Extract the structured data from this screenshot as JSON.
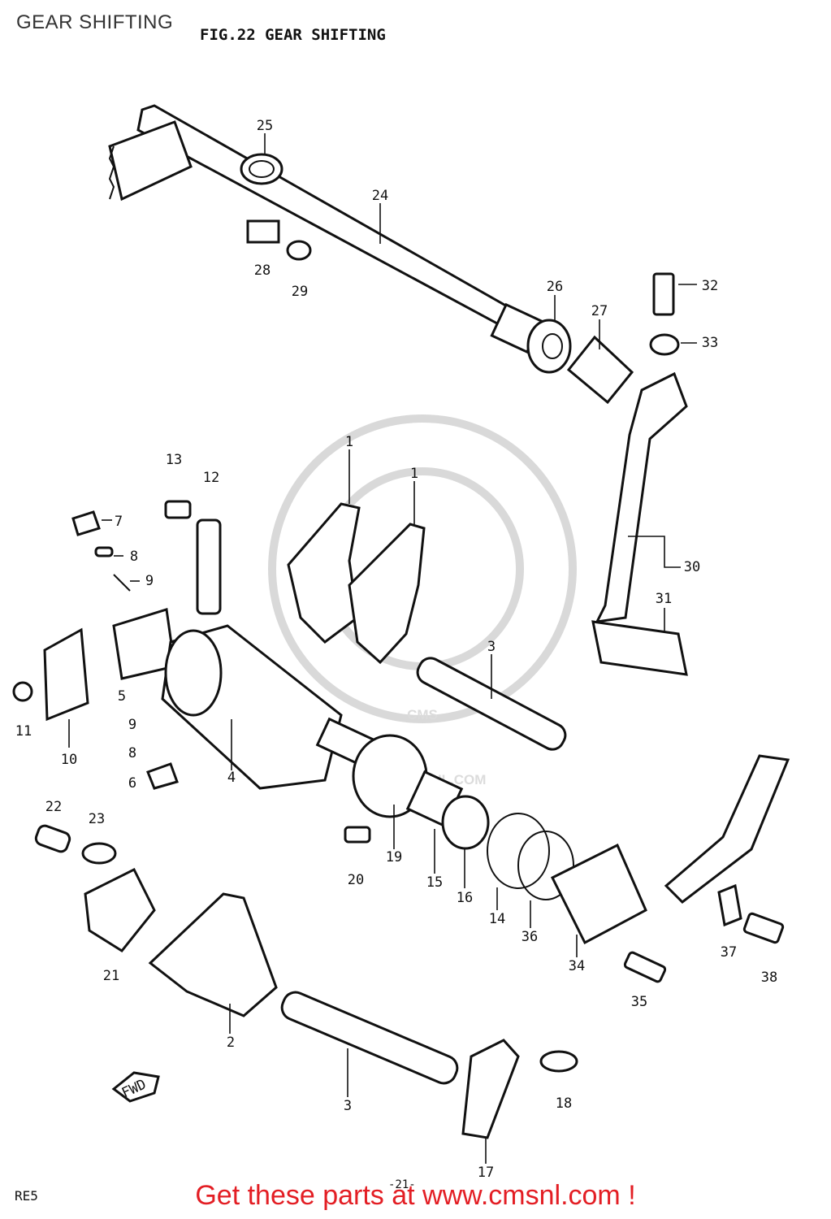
{
  "header": {
    "page_label": "GEAR SHIFTING",
    "figure_title": "FIG.22  GEAR SHIFTING"
  },
  "watermark": {
    "brand": "CMS",
    "url": "WWW.CMSNL.COM"
  },
  "callouts": [
    {
      "id": "c25",
      "label": "25"
    },
    {
      "id": "c24",
      "label": "24"
    },
    {
      "id": "c28",
      "label": "28"
    },
    {
      "id": "c29",
      "label": "29"
    },
    {
      "id": "c26",
      "label": "26"
    },
    {
      "id": "c27",
      "label": "27"
    },
    {
      "id": "c32",
      "label": "32"
    },
    {
      "id": "c33",
      "label": "33"
    },
    {
      "id": "c13",
      "label": "13"
    },
    {
      "id": "c12",
      "label": "12"
    },
    {
      "id": "c7",
      "label": "7"
    },
    {
      "id": "c8a",
      "label": "8"
    },
    {
      "id": "c9a",
      "label": "9"
    },
    {
      "id": "c1a",
      "label": "1"
    },
    {
      "id": "c1b",
      "label": "1"
    },
    {
      "id": "c30",
      "label": "30"
    },
    {
      "id": "c31",
      "label": "31"
    },
    {
      "id": "c5",
      "label": "5"
    },
    {
      "id": "c3a",
      "label": "3"
    },
    {
      "id": "c11",
      "label": "11"
    },
    {
      "id": "c10",
      "label": "10"
    },
    {
      "id": "c9b",
      "label": "9"
    },
    {
      "id": "c8b",
      "label": "8"
    },
    {
      "id": "c6",
      "label": "6"
    },
    {
      "id": "c4",
      "label": "4"
    },
    {
      "id": "c22",
      "label": "22"
    },
    {
      "id": "c23",
      "label": "23"
    },
    {
      "id": "c20",
      "label": "20"
    },
    {
      "id": "c19",
      "label": "19"
    },
    {
      "id": "c15",
      "label": "15"
    },
    {
      "id": "c16",
      "label": "16"
    },
    {
      "id": "c14",
      "label": "14"
    },
    {
      "id": "c36",
      "label": "36"
    },
    {
      "id": "c34",
      "label": "34"
    },
    {
      "id": "c37",
      "label": "37"
    },
    {
      "id": "c38",
      "label": "38"
    },
    {
      "id": "c35",
      "label": "35"
    },
    {
      "id": "c21",
      "label": "21"
    },
    {
      "id": "c2",
      "label": "2"
    },
    {
      "id": "c3b",
      "label": "3"
    },
    {
      "id": "c18",
      "label": "18"
    },
    {
      "id": "c17",
      "label": "17"
    }
  ],
  "arrow_label": "FWD",
  "footer": {
    "code": "RE5",
    "page_number": "-21-",
    "promo_text": "Get these parts at www.cmsnl.com !",
    "promo_color": "#e31e24"
  }
}
